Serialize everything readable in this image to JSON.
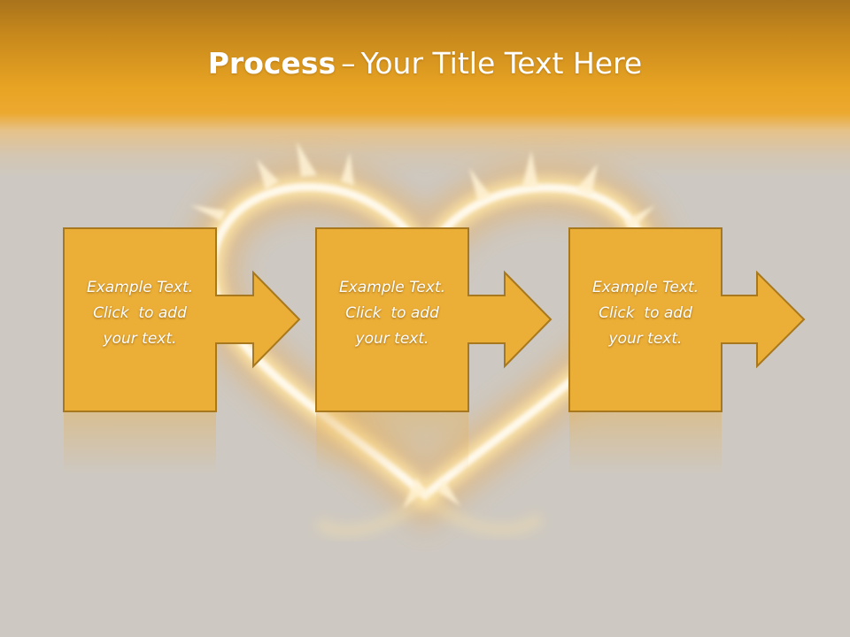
{
  "title": {
    "strong": "Process",
    "separator": "–",
    "rest": "Your Title Text Here"
  },
  "steps": [
    {
      "lines": [
        "Example Text.",
        "Click  to add",
        "your text."
      ]
    },
    {
      "lines": [
        "Example Text.",
        "Click  to add",
        "your text."
      ]
    },
    {
      "lines": [
        "Example Text.",
        "Click  to add",
        "your text."
      ]
    }
  ],
  "colors": {
    "box_fill": "#ebae36",
    "box_border": "#a8781e",
    "header_gold": "#e8a423",
    "background": "#cdc8c1",
    "glow": "#fff6d8"
  }
}
